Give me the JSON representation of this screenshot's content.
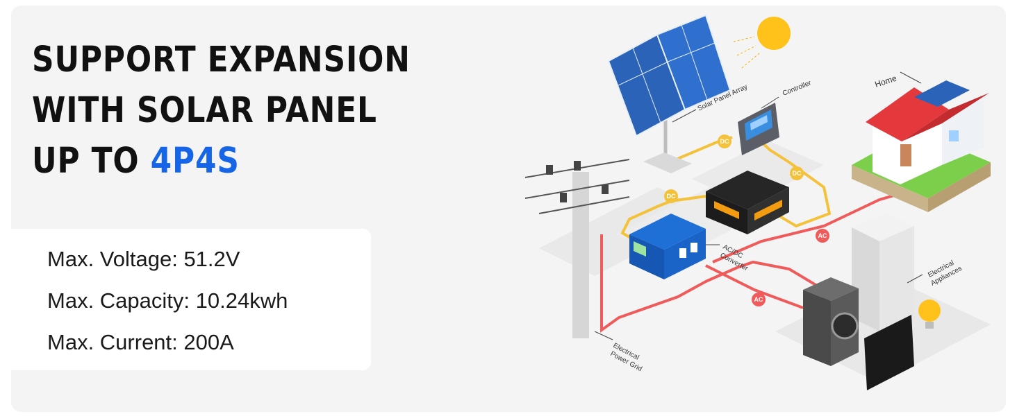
{
  "headline": {
    "line1": "SUPPORT EXPANSION",
    "line2": "WITH SOLAR PANEL",
    "line3_prefix": "UP TO ",
    "line3_accent": "4P4S"
  },
  "specs": [
    "Max. Voltage: 51.2V",
    "Max. Capacity: 10.24kwh",
    "Max. Current: 200A"
  ],
  "diagram": {
    "labels": {
      "solar_panel_array": "Solar Panel Array",
      "controller": "Controller",
      "home": "Home",
      "ac_dc_line1": "AC/DC",
      "ac_dc_line2": "Converter",
      "appliances_line1": "Electrical",
      "appliances_line2": "Appliances",
      "grid_line1": "Electrical",
      "grid_line2": "Power Grid"
    },
    "tags": {
      "dc": "DC",
      "ac": "AC"
    },
    "colors": {
      "dc_line": "#f4c13a",
      "ac_line": "#ef5a5a",
      "accent": "#1565e6",
      "panel": "#2a63b8",
      "roof": "#e4393c",
      "grass": "#7ccf4a",
      "battery_label": "#f39c12"
    }
  }
}
